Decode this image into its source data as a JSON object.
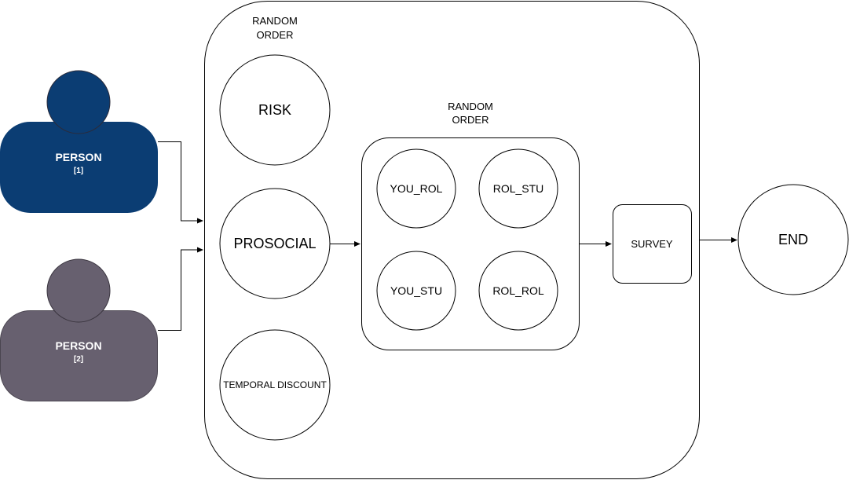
{
  "persons": [
    {
      "label": "PERSON",
      "index": "[1]",
      "color": "#0b3d73"
    },
    {
      "label": "PERSON",
      "index": "[2]",
      "color": "#67606f"
    }
  ],
  "outer_group": {
    "label_line1": "RANDOM",
    "label_line2": "ORDER",
    "tasks": [
      "RISK",
      "PROSOCIAL",
      "TEMPORAL DISCOUNT"
    ]
  },
  "inner_group": {
    "label_line1": "RANDOM",
    "label_line2": "ORDER",
    "conditions": [
      "YOU_ROL",
      "ROL_STU",
      "YOU_STU",
      "ROL_ROL"
    ]
  },
  "survey": "SURVEY",
  "end": "END"
}
